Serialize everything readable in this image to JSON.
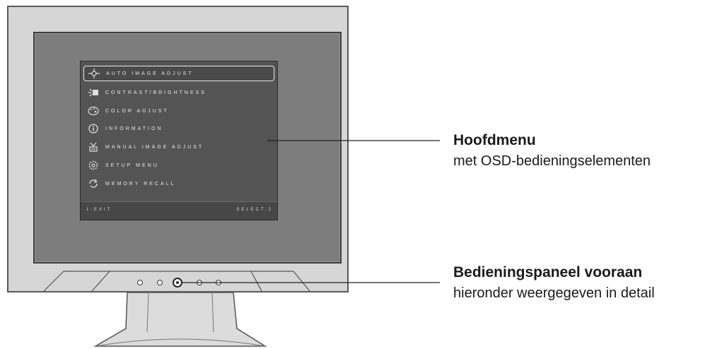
{
  "osd": {
    "items": [
      {
        "label": "AUTO IMAGE ADJUST",
        "icon": "crosshair-icon"
      },
      {
        "label": "CONTRAST/BRIGHTNESS",
        "icon": "sun-contrast-icon"
      },
      {
        "label": "COLOR ADJUST",
        "icon": "palette-icon"
      },
      {
        "label": "INFORMATION",
        "icon": "info-icon"
      },
      {
        "label": "MANUAL IMAGE ADJUST",
        "icon": "manual-adjust-icon"
      },
      {
        "label": "SETUP MENU",
        "icon": "gear-icon"
      },
      {
        "label": "MEMORY RECALL",
        "icon": "recall-icon"
      }
    ],
    "footer": {
      "exit": "1:EXIT",
      "select": "SELECT:2"
    }
  },
  "callouts": {
    "main_menu": {
      "title": "Hoofdmenu",
      "subtitle": "met OSD-bedieningselementen"
    },
    "control_panel": {
      "title": "Bedieningspaneel vooraan",
      "subtitle": "hieronder weergegeven in detail"
    }
  },
  "colors": {
    "bezel": "#d6d6d6",
    "screen": "#7d7d7d",
    "osd": "#545454",
    "text": "#1a1a1a"
  }
}
